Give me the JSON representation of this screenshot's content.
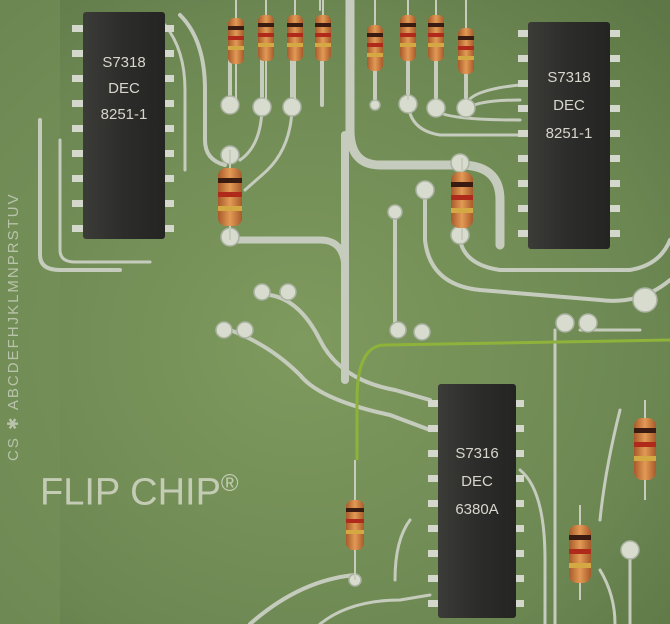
{
  "board": {
    "brand_text": "FLIP CHIP",
    "registered_mark": "®",
    "edge_letters": "CS ✱ ABCDEFHJKLMNPRSTUV"
  },
  "chips": [
    {
      "id": "chip-1",
      "maker": "S7318",
      "brand": "DEC",
      "part": "8251-1"
    },
    {
      "id": "chip-2",
      "maker": "S7318",
      "brand": "DEC",
      "part": "8251-1"
    },
    {
      "id": "chip-3",
      "maker": "S7316",
      "brand": "DEC",
      "part": "6380A"
    }
  ],
  "colors": {
    "board_green": "#6f8a55",
    "trace_silver": "#c9cec0",
    "chip_black": "#2e2e2c",
    "resistor_body": "#d2823f",
    "jumper_wire": "#8fb23a"
  }
}
